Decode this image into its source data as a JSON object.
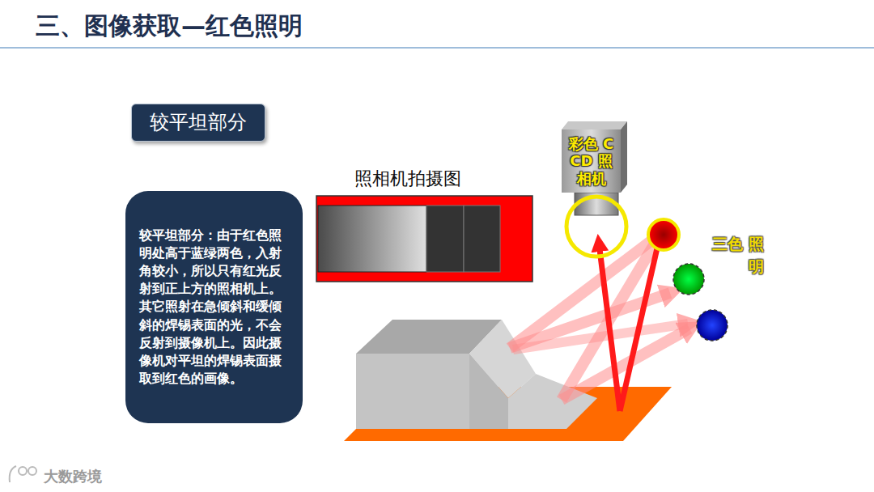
{
  "diagram": {
    "title": "三、图像获取—红色照明",
    "nodes": [
      {
        "text": [
          "较平坦部分"
        ]
      },
      {
        "text": [
          "较平坦部分：由于红色照明处高于蓝绿两色，入射角较小，所以只有红光反射到正上方的照相机上。其它照射在急倾斜和缓倾斜的焊锡表面的光，不会反射到摄像机上。因此摄像机对平坦的焊锡表面摄取到红色的画像。"
        ]
      },
      {
        "text": [
          "彩色 CCD 照相机"
        ]
      }
    ],
    "labels": [
      "照相机拍摄图",
      "三色 照明",
      "大数跨境"
    ]
  }
}
